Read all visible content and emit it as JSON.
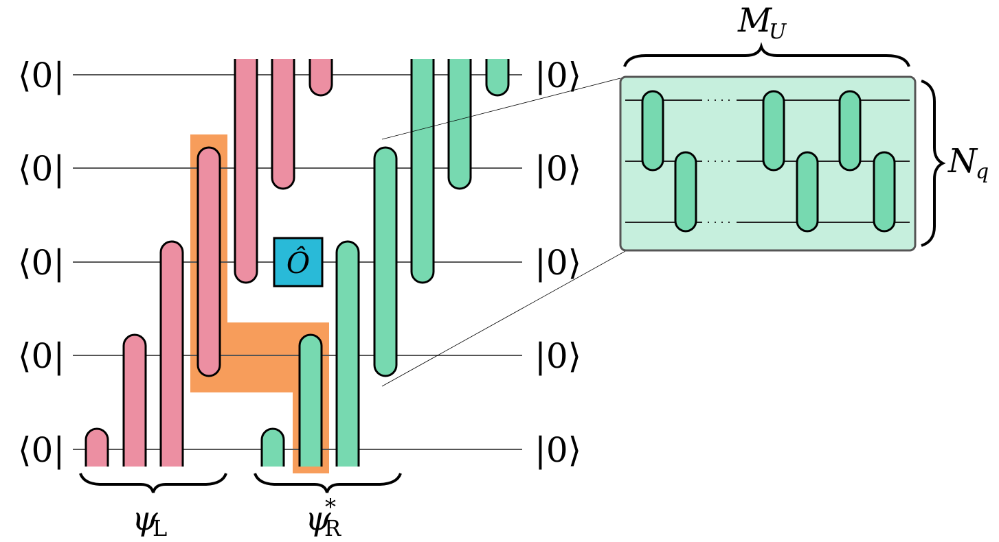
{
  "circuit": {
    "num_qubits": 5,
    "bra_labels": [
      "⟨0|",
      "⟨0|",
      "⟨0|",
      "⟨0|",
      "⟨0|"
    ],
    "ket_labels": [
      "|0⟩",
      "|0⟩",
      "|0⟩",
      "|0⟩",
      "|0⟩"
    ],
    "colors": {
      "left_gate": "#ec8fa2",
      "right_gate": "#77d9b0",
      "observable": "#29bad8",
      "highlight": "#f79d5b",
      "zoom_panel": "#c6efdd",
      "wire": "#555555"
    },
    "observable": {
      "symbol": "Ô",
      "qubit": 2
    },
    "left_gates": [
      {
        "qubits": [
          4,
          4
        ],
        "clip": "bottom"
      },
      {
        "qubits": [
          3,
          4
        ],
        "clip": "bottom"
      },
      {
        "qubits": [
          2,
          4
        ],
        "clip": "bottom"
      },
      {
        "qubits": [
          1,
          3
        ]
      },
      {
        "qubits": [
          0,
          2
        ],
        "clip": "top"
      },
      {
        "qubits": [
          0,
          1
        ],
        "clip": "top"
      },
      {
        "qubits": [
          0,
          0
        ],
        "clip": "top"
      }
    ],
    "right_gates": [
      {
        "qubits": [
          4,
          4
        ],
        "clip": "bottom"
      },
      {
        "qubits": [
          3,
          4
        ],
        "clip": "bottom"
      },
      {
        "qubits": [
          2,
          4
        ],
        "clip": "bottom"
      },
      {
        "qubits": [
          1,
          3
        ]
      },
      {
        "qubits": [
          0,
          2
        ],
        "clip": "top"
      },
      {
        "qubits": [
          0,
          1
        ],
        "clip": "top"
      },
      {
        "qubits": [
          0,
          0
        ],
        "clip": "top"
      }
    ],
    "braces": {
      "left_label": "ψ",
      "left_sub": "L",
      "right_label": "ψ",
      "right_sub": "R",
      "right_sup": "*"
    }
  },
  "zoom_panel": {
    "title": "M",
    "title_sub": "U",
    "side_label": "N",
    "side_sub": "q",
    "num_wires": 3,
    "dots": "· · ·"
  }
}
